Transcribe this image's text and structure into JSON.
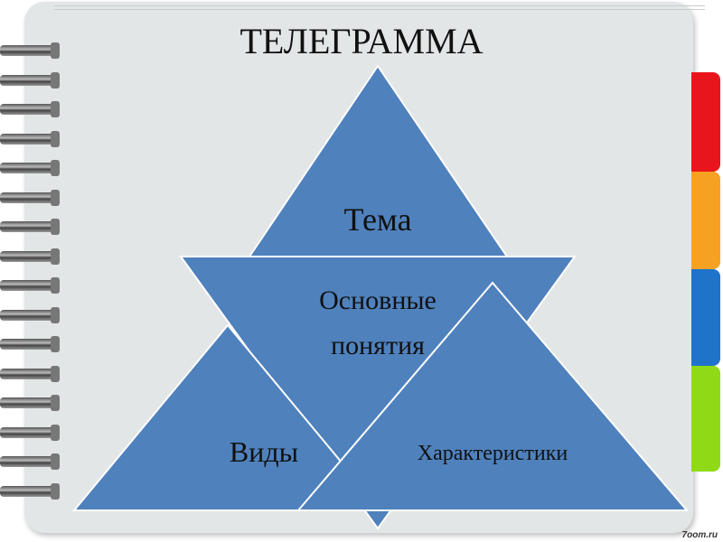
{
  "title": "ТЕЛЕГРАММА",
  "diagram": {
    "top": "Тема",
    "center_line1": "Основные",
    "center_line2": "понятия",
    "left": "Виды",
    "right": "Характеристики"
  },
  "colors": {
    "shape": "#4f81bd",
    "tabs": [
      "#e8161c",
      "#f7a122",
      "#1f73c9",
      "#8fd916"
    ]
  },
  "watermark": "7oom.ru"
}
